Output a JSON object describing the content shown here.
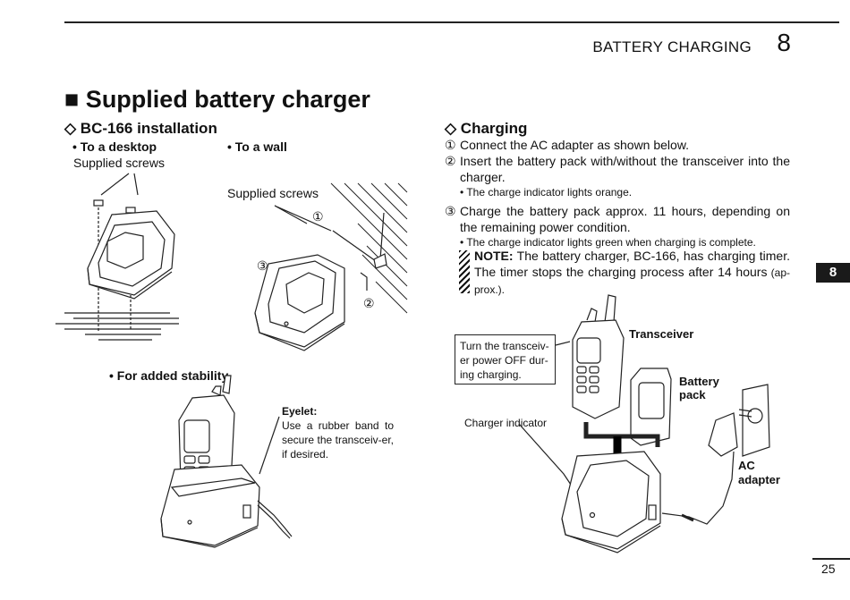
{
  "header": {
    "section_title": "BATTERY CHARGING",
    "section_number": "8"
  },
  "main_title": "■ Supplied battery charger",
  "left": {
    "heading": "◇ BC-166 installation",
    "desktop_label": "• To a desktop",
    "desktop_screws": "Supplied screws",
    "wall_label": "• To a wall",
    "wall_screws": "Supplied screws",
    "callouts": [
      "①",
      "②",
      "③"
    ],
    "stability_label": "• For added stability",
    "eyelet_title": "Eyelet:",
    "eyelet_text": "Use a rubber band to secure the transceiv-er, if desired."
  },
  "right": {
    "heading": "◇ Charging",
    "steps": [
      {
        "num": "①",
        "text": "Connect the AC adapter as shown below."
      },
      {
        "num": "②",
        "text": "Insert the battery pack with/without the transceiver into the charger.",
        "bullet": "• The charge indicator lights orange."
      },
      {
        "num": "③",
        "text": "Charge the battery pack approx. 11 hours, depending on the remaining power condition.",
        "bullet": "• The charge indicator lights green when charging is complete."
      }
    ],
    "note_label": "NOTE:",
    "note_text": " The battery charger, BC-166, has charging timer. The timer stops the charging process after 14 hours",
    "note_small": " (ap-prox.).",
    "callout_power": "Turn the transceiv-er power OFF dur-ing charging.",
    "label_transceiver": "Transceiver",
    "label_battery": "Battery pack",
    "label_indicator": "Charger indicator",
    "label_adapter": "AC adapter"
  },
  "side_tab": "8",
  "page_number": "25"
}
